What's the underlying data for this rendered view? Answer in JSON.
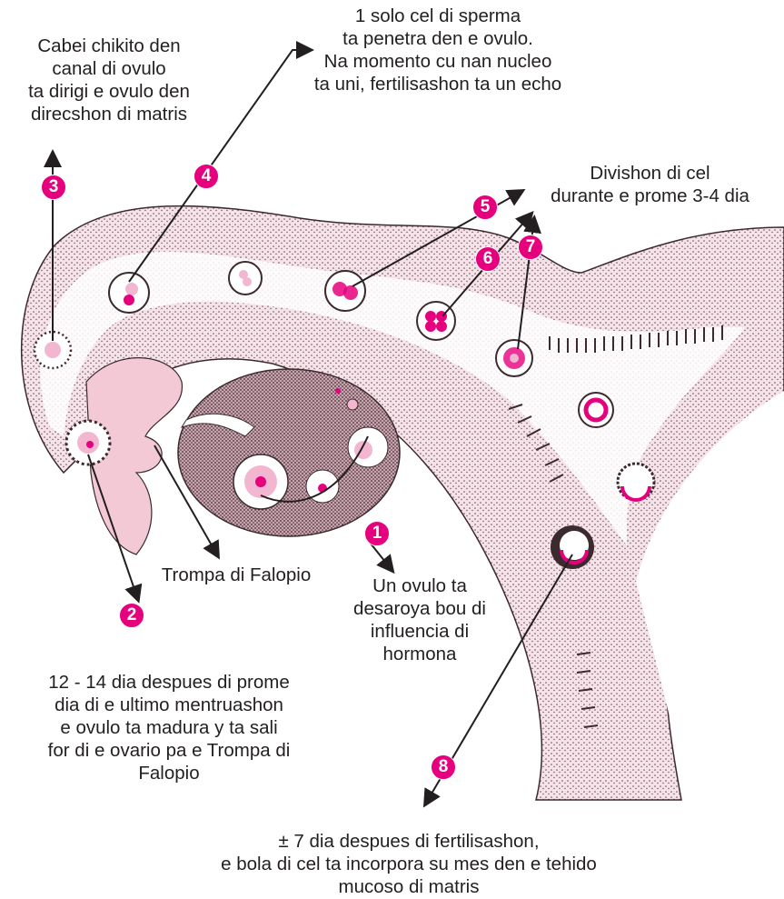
{
  "colors": {
    "tissue_fill": "#f6e3ea",
    "tissue_shade": "#6b4a52",
    "lumen": "#ffffff",
    "ovary_fill": "#d7b9c1",
    "cell_pink": "#e6007e",
    "cell_light": "#f3b6d0",
    "badge": "#e6007e",
    "text": "#231f20"
  },
  "icons": {
    "badge_shape": "magenta-circle",
    "arrow": "black-arrowhead"
  },
  "steps": [
    {
      "number": "1",
      "text": "Un ovulo ta\ndesaroya bou di\ninfluencia di\nhormona"
    },
    {
      "number": "2",
      "text": "12 - 14 dia despues di prome\ndia di e ultimo mentruashon\ne ovulo ta madura y ta sali\nfor di e ovario pa e Trompa di\nFalopio"
    },
    {
      "number": "3",
      "text": "Cabei chikito den\ncanal di ovulo\nta dirigi e ovulo den\ndirecshon di matris"
    },
    {
      "number": "4",
      "text": "1 solo cel di sperma\nta penetra den e ovulo.\nNa momento cu nan nucleo\nta uni, fertilisashon ta un echo"
    },
    {
      "number": "5",
      "text": ""
    },
    {
      "number": "6",
      "text": ""
    },
    {
      "number": "7",
      "text": "Divishon di cel\ndurante e prome 3-4 dia"
    },
    {
      "number": "8",
      "text": "± 7 dia despues di fertilisashon,\ne bola di cel ta incorpora su mes den e tehido\nmucoso di matris"
    }
  ],
  "labels": {
    "fallopian_tube": "Trompa di Falopio"
  }
}
